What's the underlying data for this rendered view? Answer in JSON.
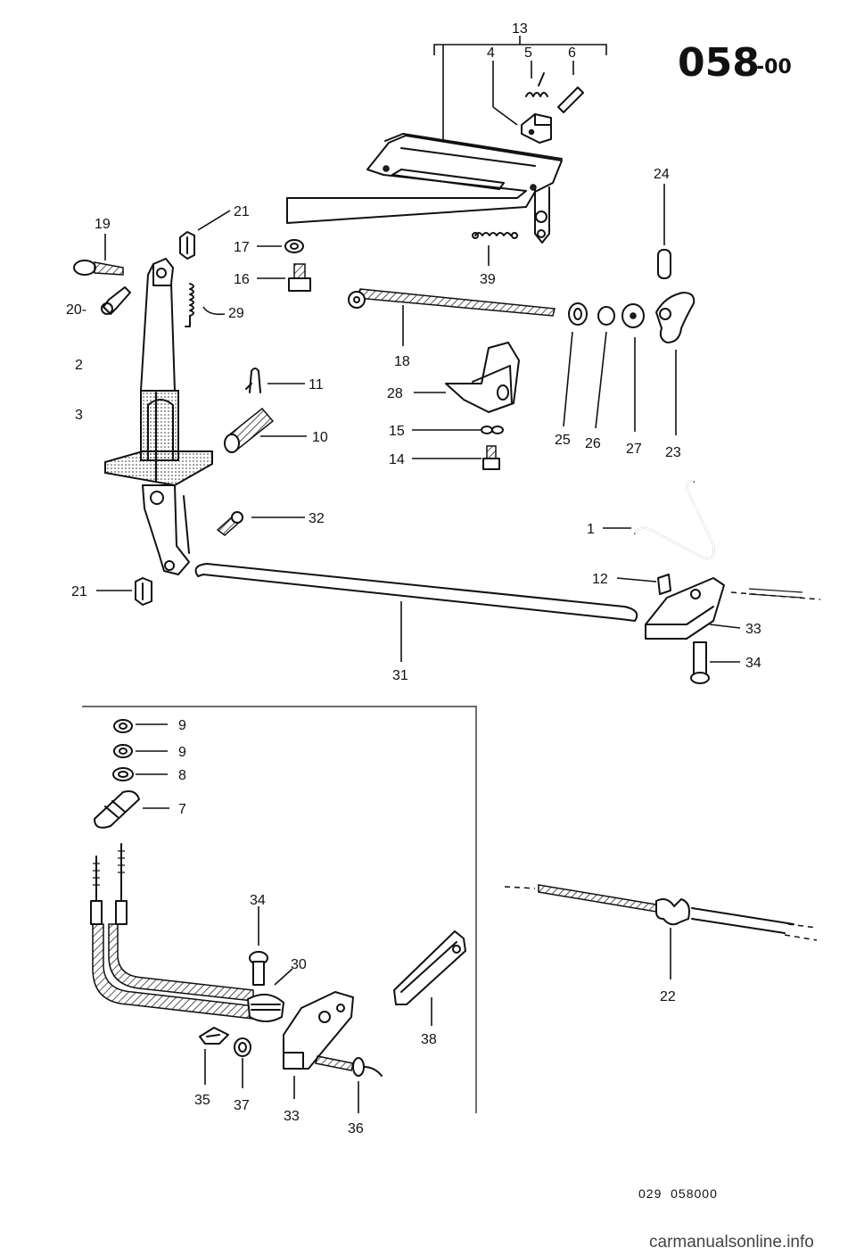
{
  "header": {
    "page_code_main": "058",
    "page_code_sub": "-00",
    "reference_number": "029  058000"
  },
  "watermark": "carmanualsonline.info",
  "callouts": {
    "c13": "13",
    "c4": "4",
    "c5": "5",
    "c6": "6",
    "c24": "24",
    "c19": "19",
    "c21a": "21",
    "c17": "17",
    "c16": "16",
    "c39": "39",
    "c20": "20-",
    "c29": "29",
    "c18": "18",
    "c2": "2",
    "c11": "11",
    "c28": "28",
    "c3": "3",
    "c10": "10",
    "c15": "15",
    "c14": "14",
    "c25": "25",
    "c26": "26",
    "c27": "27",
    "c23": "23",
    "c32": "32",
    "c1": "1",
    "c12": "12",
    "c21b": "21",
    "c33a": "33",
    "c34a": "34",
    "c31": "31",
    "c9a": "9",
    "c9b": "9",
    "c8": "8",
    "c7": "7",
    "c34b": "34",
    "c30": "30",
    "c38": "38",
    "c22": "22",
    "c35": "35",
    "c37": "37",
    "c33b": "33",
    "c36": "36"
  }
}
